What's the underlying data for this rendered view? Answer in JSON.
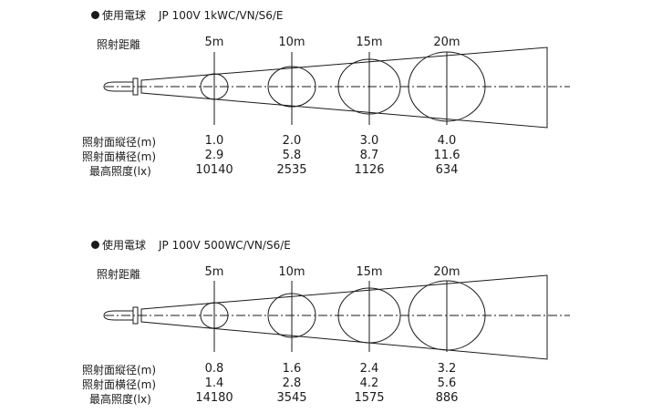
{
  "panels": [
    {
      "bulb_label": "使用電球",
      "model": "JP 100V 1kWC/VN/S6/E",
      "distance_label": "照射距離",
      "distances": [
        "5m",
        "10m",
        "15m",
        "20m"
      ],
      "rows": [
        {
          "label": "照射面縦径(m)",
          "values": [
            "1.0",
            "2.0",
            "3.0",
            "4.0"
          ]
        },
        {
          "label": "照射面横径(m)",
          "values": [
            "2.9",
            "5.8",
            "8.7",
            "11.6"
          ]
        },
        {
          "label": "最高照度(lx)",
          "values": [
            "10140",
            "2535",
            "1126",
            "634"
          ]
        }
      ]
    },
    {
      "bulb_label": "使用電球",
      "model": "JP 100V 500WC/VN/S6/E",
      "distance_label": "照射距離",
      "distances": [
        "5m",
        "10m",
        "15m",
        "20m"
      ],
      "rows": [
        {
          "label": "照射面縦径(m)",
          "values": [
            "0.8",
            "1.6",
            "2.4",
            "3.2"
          ]
        },
        {
          "label": "照射面横径(m)",
          "values": [
            "1.4",
            "2.8",
            "4.2",
            "5.6"
          ]
        },
        {
          "label": "最高照度(lx)",
          "values": [
            "14180",
            "3545",
            "1575",
            "886"
          ]
        }
      ]
    }
  ]
}
